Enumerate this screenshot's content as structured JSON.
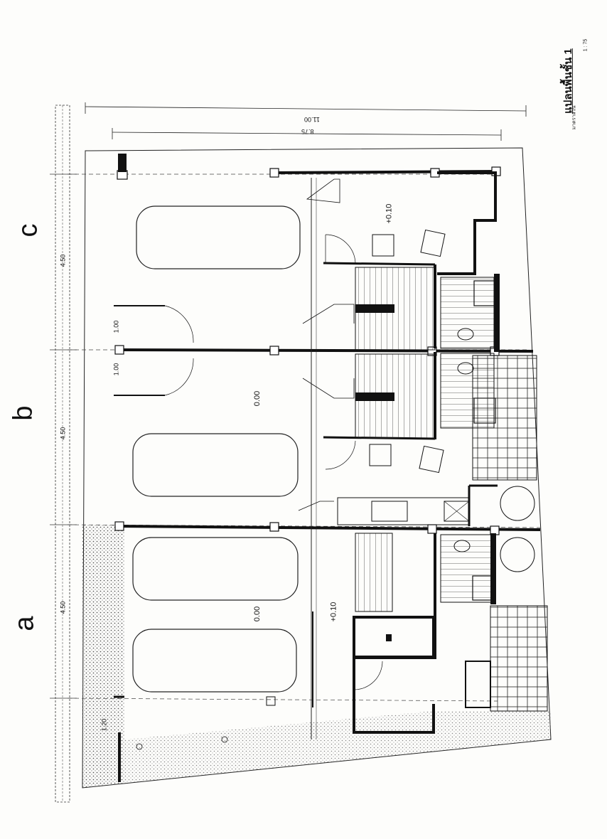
{
  "title": {
    "main": "แปลนพื้นชั้น 1",
    "scale": "1 : 75",
    "units_note": "มาตราส่วน"
  },
  "grid_labels": [
    "c",
    "b",
    "a"
  ],
  "dimensions": {
    "overall": "11.00",
    "inner": "8.75",
    "bay_c": "4.50",
    "bay_b": "4.50",
    "bay_a": "4.50",
    "gate_1": "1.00",
    "gate_2": "1.00",
    "edge": "1.20"
  },
  "levels": {
    "parking_b": "0.00",
    "parking_a": "0.00",
    "room_c": "+0.10",
    "room_a": "+0.10"
  },
  "icons": [
    "car-icon",
    "door-swing-icon",
    "stair-icon",
    "toilet-icon",
    "sink-icon",
    "tree-icon",
    "column-icon"
  ]
}
